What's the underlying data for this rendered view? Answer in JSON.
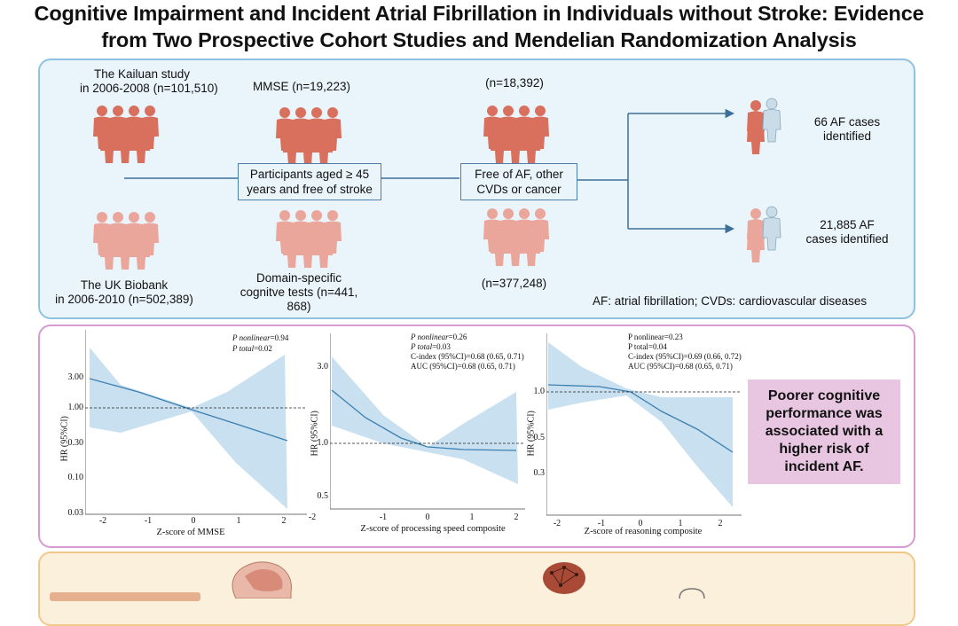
{
  "title": {
    "line1": "Cognitive Impairment and Incident Atrial Fibrillation in Individuals without Stroke: Evidence",
    "line2": "from Two Prospective Cohort Studies and Mendelian Randomization Analysis"
  },
  "flow": {
    "kailuan_l1": "The Kailuan study",
    "kailuan_l2": "in 2006-2008 (n=101,510)",
    "ukb_l1": "The UK Biobank",
    "ukb_l2": "in 2006-2010 (n=502,389)",
    "mmse": "MMSE (n=19,223)",
    "domain_l1": "Domain-specific",
    "domain_l2": "cognitve tests (n=441,",
    "domain_l3": "868)",
    "box1_l1": "Participants aged ≥ 45",
    "box1_l2": "years and free of stroke",
    "n_kailuan": "(n=18,392)",
    "n_ukb": "(n=377,248)",
    "box2_l1": "Free of AF, other",
    "box2_l2": "CVDs or cancer",
    "out1_l1": "66 AF cases",
    "out1_l2": "identified",
    "out2_l1": "21,885 AF",
    "out2_l2": "cases identified",
    "legend": "AF: atrial fibrillation; CVDs: cardiovascular diseases"
  },
  "colors": {
    "kailuan_people": "#d9705d",
    "ukb_people": "#eaa69b",
    "panel1_border": "#8fc1e3",
    "panel2_border": "#d79ad1",
    "panel3_border": "#f0c98a",
    "band": "#c9e0f0",
    "curve": "#3b7fb0",
    "conclusion_bg": "#e8c6e2"
  },
  "plots": [
    {
      "stats": [
        {
          "label": "P nonlinear",
          "value": "=0.94"
        },
        {
          "label": "P total",
          "value": "=0.02"
        }
      ],
      "ylabel": "HR (95%CI)",
      "xlabel": "Z-score of MMSE",
      "yticks": [
        "3.00",
        "1.00",
        "0.30",
        "0.10",
        "0.03"
      ],
      "xticks": [
        "-2",
        "-1",
        "0",
        "1",
        "2"
      ]
    },
    {
      "stats": [
        {
          "label": "P nonlinear",
          "value": "=0.26"
        },
        {
          "label": "P total",
          "value": "=0.03"
        },
        {
          "label": "",
          "value": "C-index (95%CI)=0.68 (0.65, 0.71)"
        },
        {
          "label": "",
          "value": "AUC (95%CI)=0.68 (0.65, 0.71)"
        }
      ],
      "ylabel": "HR (95%CI)",
      "xlabel": "Z-score of processing speed composite",
      "yticks": [
        "3.0",
        "1.0",
        "0.5"
      ],
      "xticks": [
        "-2",
        "-1",
        "0",
        "1",
        "2"
      ]
    },
    {
      "stats": [
        {
          "label": "",
          "value": "P nonlinear=0.23"
        },
        {
          "label": "",
          "value": "P total=0.04"
        },
        {
          "label": "",
          "value": "C-index (95%CI)=0.69 (0.66, 0.72)"
        },
        {
          "label": "",
          "value": "AUC (95%CI)=0.68 (0.65, 0.71)"
        }
      ],
      "ylabel": "HR (95%CI)",
      "xlabel": "Z-score of reasoning composite",
      "yticks": [
        "1.0",
        "0.5",
        "0.3"
      ],
      "xticks": [
        "-2",
        "-1",
        "0",
        "1",
        "2"
      ]
    }
  ],
  "conclusion": "Poorer cognitive performance was associated with a higher risk of incident AF."
}
